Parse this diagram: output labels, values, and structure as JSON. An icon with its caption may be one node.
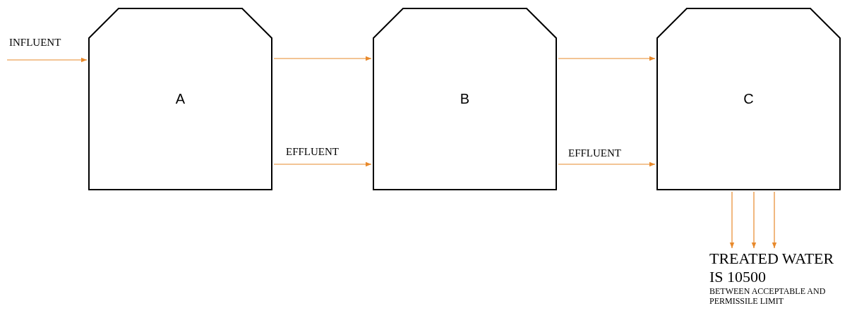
{
  "diagram": {
    "nodes": [
      {
        "text": [
          "A"
        ]
      },
      {
        "text": [
          "B"
        ]
      },
      {
        "text": [
          "C"
        ]
      },
      {
        "text": [
          "TREATED WATER",
          "IS 10500",
          "BETWEEN ACCEPTABLE AND PERMISSILE LIMIT"
        ]
      }
    ],
    "edges": [
      {
        "from": null,
        "to": 0,
        "arrow": "to",
        "label": "INFLUENT"
      },
      {
        "from": 0,
        "to": 1,
        "arrow": "to"
      },
      {
        "from": 0,
        "to": 1,
        "arrow": "to",
        "label": "EFFLUENT"
      },
      {
        "from": 1,
        "to": 2,
        "arrow": "to"
      },
      {
        "from": 1,
        "to": 2,
        "arrow": "to",
        "label": "EFFLUENT"
      },
      {
        "from": 2,
        "to": 3,
        "arrow": "to"
      },
      {
        "from": 2,
        "to": 3,
        "arrow": "to"
      },
      {
        "from": 2,
        "to": 3,
        "arrow": "to"
      }
    ]
  }
}
